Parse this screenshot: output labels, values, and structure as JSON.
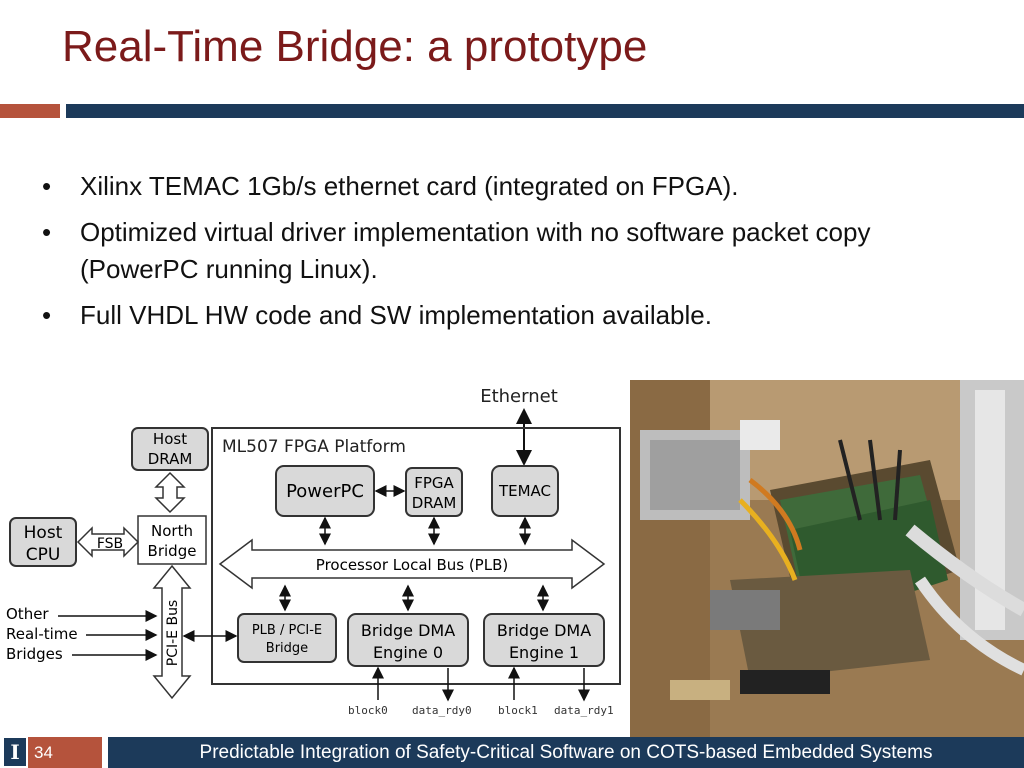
{
  "slide": {
    "title": "Real-Time Bridge: a prototype",
    "bullets": [
      "Xilinx TEMAC 1Gb/s ethernet card (integrated on FPGA).",
      "Optimized virtual driver implementation with no software packet copy (PowerPC running Linux).",
      "Full VHDL HW code and SW implementation available."
    ],
    "page_number": "34",
    "footer_text": "Predictable Integration of Safety-Critical Software on COTS-based Embedded Systems",
    "logo_letter": "I"
  },
  "diagram": {
    "ethernet": "Ethernet",
    "platform": "ML507 FPGA Platform",
    "host_dram": [
      "Host",
      "DRAM"
    ],
    "host_cpu": [
      "Host",
      "CPU"
    ],
    "fsb": "FSB",
    "north_bridge": [
      "North",
      "Bridge"
    ],
    "pcie_bus": "PCI-E Bus",
    "other_bridges": [
      "Other",
      "Real-time",
      "Bridges"
    ],
    "powerpc": "PowerPC",
    "fpga_dram": [
      "FPGA",
      "DRAM"
    ],
    "temac": "TEMAC",
    "plb": "Processor Local Bus (PLB)",
    "plb_pcie": [
      "PLB / PCI-E",
      "Bridge"
    ],
    "dma0": [
      "Bridge DMA",
      "Engine 0"
    ],
    "dma1": [
      "Bridge DMA",
      "Engine 1"
    ],
    "signals": [
      "block0",
      "data_rdy0",
      "block1",
      "data_rdy1"
    ]
  },
  "colors": {
    "title": "#7b1a1a",
    "accent": "#b5533c",
    "footer": "#1c3a5a",
    "box_fill": "#d9d9d9"
  }
}
